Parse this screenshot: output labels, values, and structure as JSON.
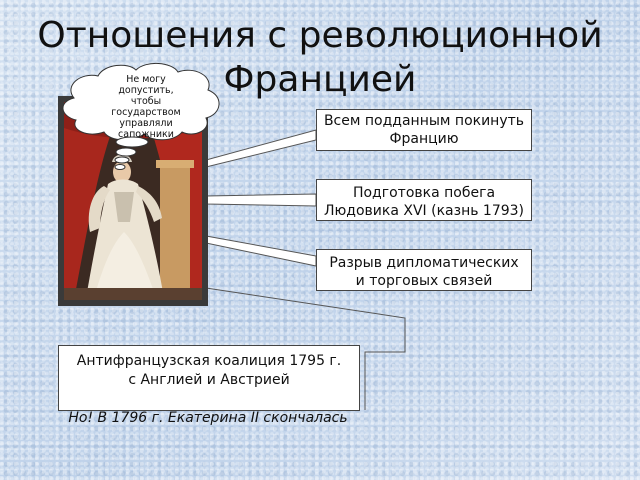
{
  "slide": {
    "title_line1": "Отношения с революционной",
    "title_line2": "Францией"
  },
  "thought_bubble": {
    "text": "Не могу допустить, чтобы государством управляли сапожники"
  },
  "boxes": [
    {
      "text": "Всем подданным покинуть Францию"
    },
    {
      "text": "Подготовка побега Людовика XVI (казнь 1793)"
    },
    {
      "text": "Разрыв дипломатических и торговых связей"
    }
  ],
  "coalition": {
    "line1": "Антифранцузская коалиция 1795 г.",
    "line2": "с Англией и Австрией"
  },
  "note": {
    "text": "Но! В 1796 г. Екатерина II скончалась"
  },
  "colors": {
    "background": "#c9d9ec",
    "box_fill": "#ffffff",
    "box_border": "#444444",
    "curtain": "#b0281e"
  },
  "portrait": {
    "subject": "portrait-of-catherine-ii"
  }
}
